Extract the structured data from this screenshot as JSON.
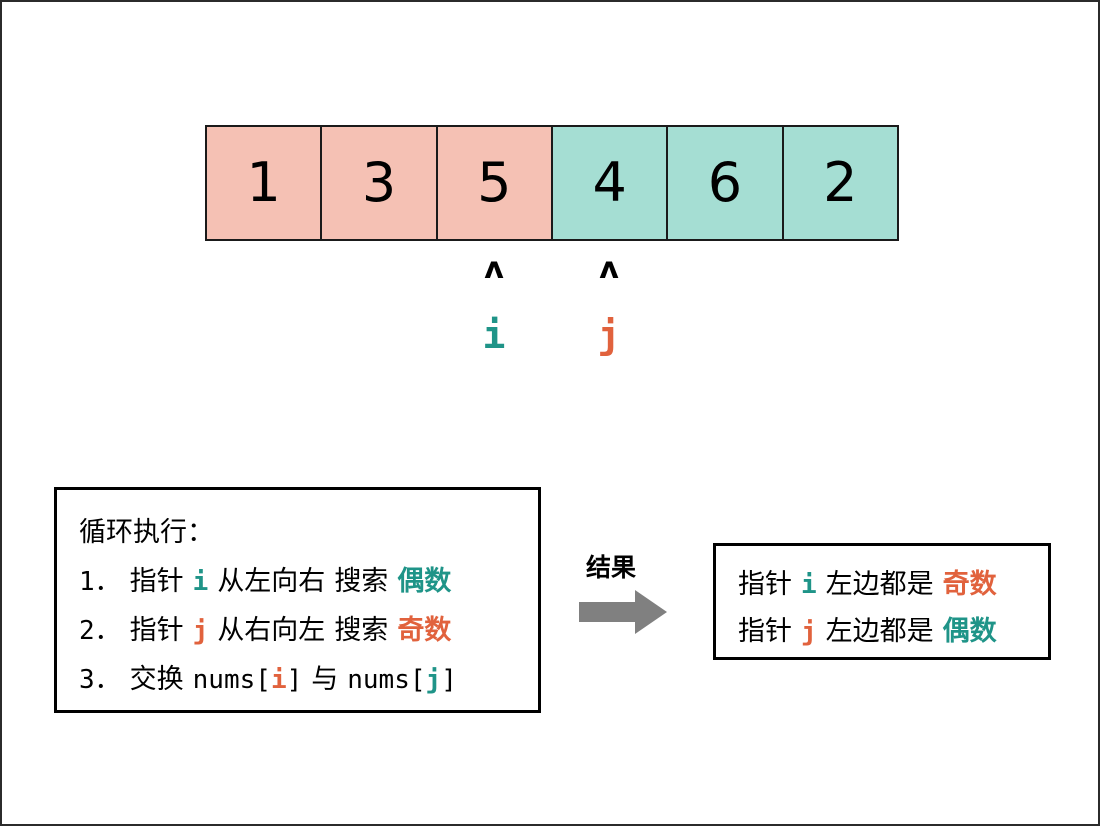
{
  "array": {
    "values": [
      "1",
      "3",
      "5",
      "4",
      "6",
      "2"
    ],
    "kinds": [
      "odd",
      "odd",
      "odd",
      "even",
      "even",
      "even"
    ]
  },
  "pointers": [
    {
      "caret": "ʌ",
      "label": "i",
      "color": "teal",
      "cell_index": 2
    },
    {
      "caret": "ʌ",
      "label": "j",
      "color": "orange",
      "cell_index": 3
    }
  ],
  "steps_box": {
    "title": "循环执行：",
    "lines": [
      {
        "number": "1．",
        "seg1": "指针",
        "var": "i",
        "var_color": "teal",
        "seg2": "从左向右",
        "seg3": "搜索",
        "target": "偶数",
        "target_color": "teal"
      },
      {
        "number": "2．",
        "seg1": "指针",
        "var": "j",
        "var_color": "orange",
        "seg2": "从右向左",
        "seg3": "搜索",
        "target": "奇数",
        "target_color": "orange"
      }
    ],
    "swap_line": {
      "number": "3．",
      "verb": "交换",
      "expr_a_prefix": "nums[",
      "expr_a_var": "i",
      "expr_a_var_color": "orange",
      "expr_a_suffix": "]",
      "conj": "与",
      "expr_b_prefix": "nums[",
      "expr_b_var": "j",
      "expr_b_var_color": "teal",
      "expr_b_suffix": "]"
    }
  },
  "result": {
    "label": "结果",
    "arrow_color": "#808080",
    "lines": [
      {
        "seg1": "指针",
        "var": "i",
        "var_color": "teal",
        "seg2": "左边都是",
        "target": "奇数",
        "target_color": "orange"
      },
      {
        "seg1": "指针",
        "var": "j",
        "var_color": "orange",
        "seg2": "左边都是",
        "target": "偶数",
        "target_color": "teal"
      }
    ]
  },
  "colors": {
    "odd_fill": "#f5c1b4",
    "even_fill": "#a5ded3",
    "teal": "#1f9488",
    "orange": "#e1623d",
    "border": "#1a1a1a"
  }
}
